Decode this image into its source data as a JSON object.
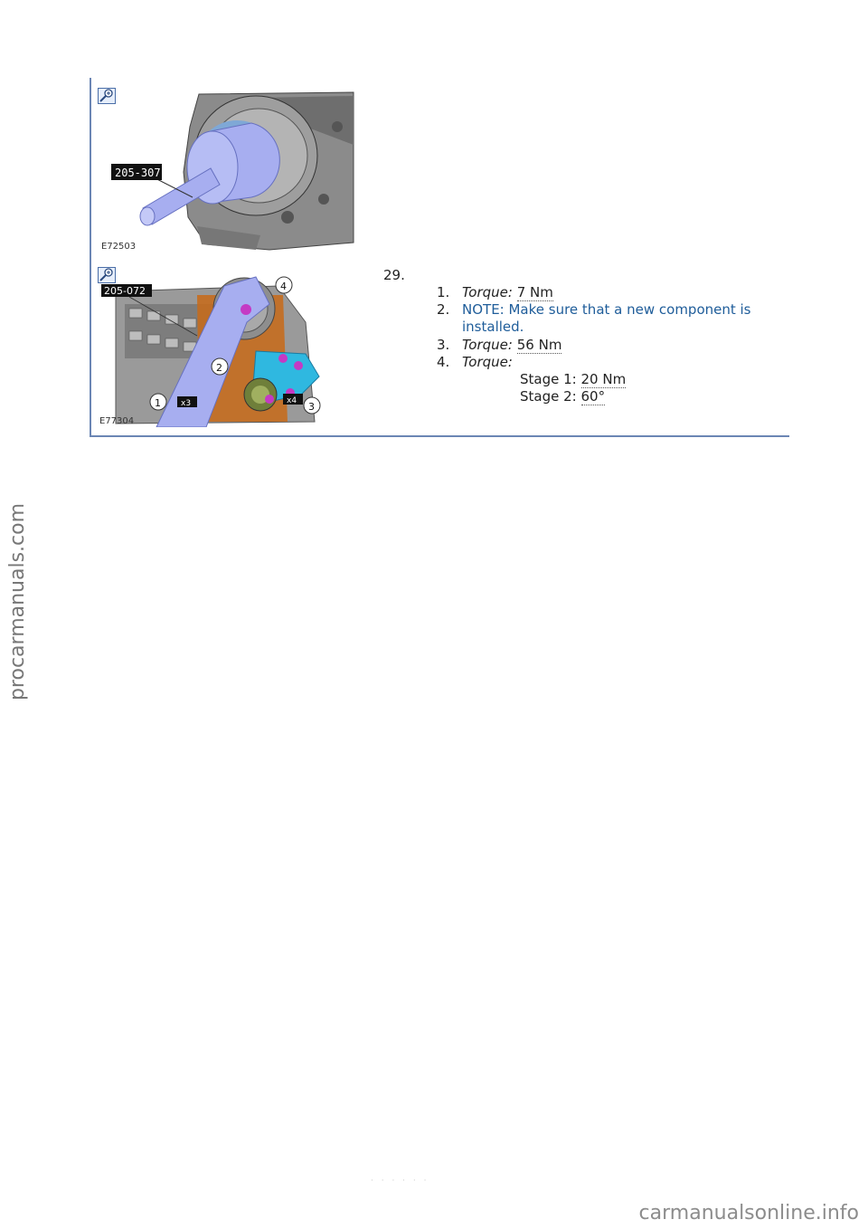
{
  "step": {
    "number": "29.",
    "items": [
      {
        "n": "1.",
        "label": "Torque:",
        "value": "7 Nm"
      },
      {
        "n": "2.",
        "note_line1": "NOTE: Make sure that a new component is",
        "note_line2": "installed."
      },
      {
        "n": "3.",
        "label": "Torque:",
        "value": "56 Nm"
      },
      {
        "n": "4.",
        "label": "Torque:"
      }
    ],
    "stages": [
      {
        "label": "Stage 1:",
        "value": "20 Nm"
      },
      {
        "label": "Stage 2:",
        "value": "60°"
      }
    ]
  },
  "figures": {
    "fig1": {
      "id": "E72503",
      "tool": "205-307"
    },
    "fig2": {
      "id": "E77304",
      "tool": "205-072",
      "callouts": [
        "1",
        "2",
        "3",
        "4"
      ],
      "qty_a": "x3",
      "qty_b": "x4"
    }
  },
  "colors": {
    "frame": "#6b86b4",
    "note": "#1f5d9a",
    "tool_blue": "#a7aef0",
    "part_cyan": "#2fb8e0",
    "bolt_magenta": "#c43ac4",
    "bracket_orange": "#c86a18"
  },
  "side_text": "procarmanuals.com",
  "footer_text": "carmanualsonline.info"
}
